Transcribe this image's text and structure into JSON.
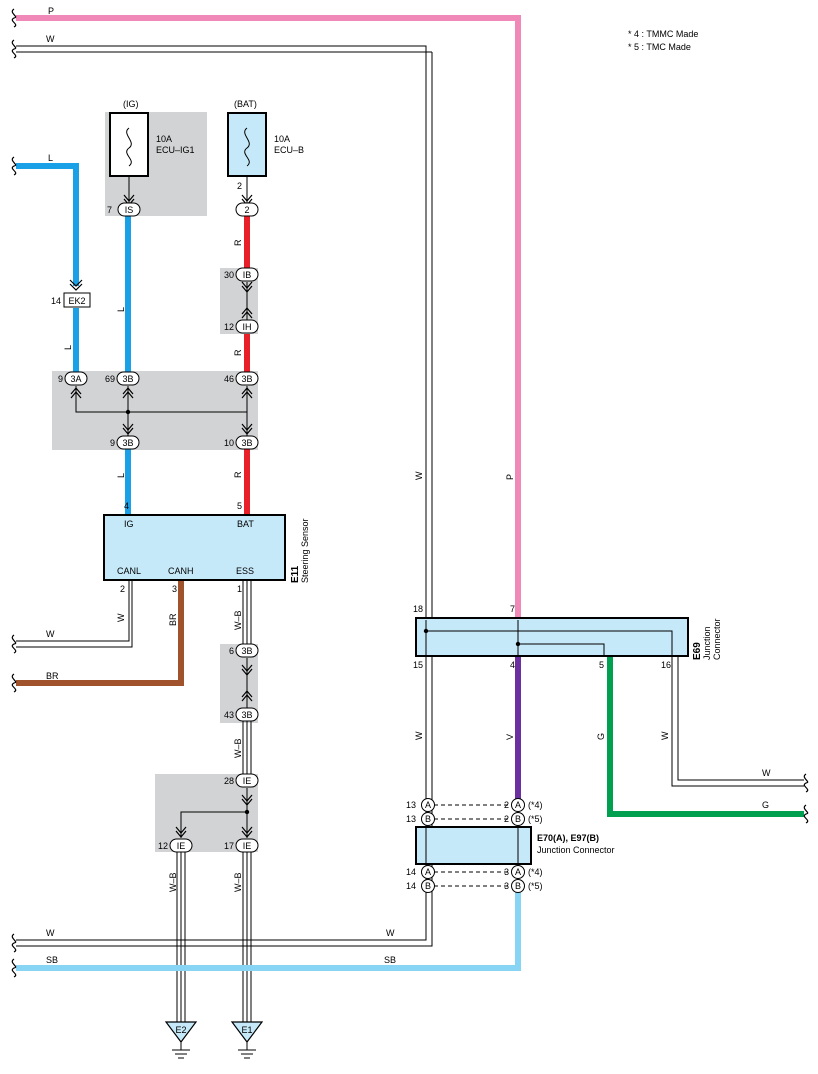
{
  "notes": [
    "* 4 : TMMC Made",
    "* 5 : TMC Made"
  ],
  "fuses": {
    "ig": {
      "source": "(IG)",
      "rating": "10A",
      "name": "ECU–IG1"
    },
    "bat": {
      "source": "(BAT)",
      "rating": "10A",
      "name": "ECU–B"
    }
  },
  "wire_colors": {
    "P": "#f088b8",
    "L": "#1aa0e6",
    "R": "#e8202a",
    "BR": "#a0522d",
    "V": "#6b2fa0",
    "G": "#00a050",
    "SB": "#88d4f4"
  },
  "wire_labels": {
    "p_top": "P",
    "w_top": "W",
    "l_left": "L",
    "l_1": "L",
    "l_2": "L",
    "l_3": "L",
    "r_1": "R",
    "r_2": "R",
    "r_3": "R",
    "w_vert": "W",
    "p_vert": "P",
    "w_canl": "W",
    "w_canl_h": "W",
    "br_vert": "BR",
    "br_h": "BR",
    "wb_1": "W–B",
    "wb_2": "W–B",
    "wb_3": "W–B",
    "wb_4": "W–B",
    "w_15": "W",
    "v_4": "V",
    "g_5": "G",
    "w_16": "W",
    "w_right": "W",
    "g_right": "G",
    "w_bottom_l": "W",
    "w_bottom_r": "W",
    "sb_bottom_l": "SB",
    "sb_bottom_r": "SB"
  },
  "connectors": {
    "is": {
      "pin": "7",
      "name": "IS"
    },
    "bat2": {
      "pin": "2",
      "name": "2"
    },
    "fuse_bat_pin": "2",
    "ib": {
      "pin": "30",
      "name": "IB"
    },
    "ih": {
      "pin": "12",
      "name": "IH"
    },
    "ek2": {
      "pin": "14",
      "name": "EK2"
    },
    "a3": {
      "pin": "9",
      "name": "3A"
    },
    "b3_69": {
      "pin": "69",
      "name": "3B"
    },
    "b3_46": {
      "pin": "46",
      "name": "3B"
    },
    "b3_9": {
      "pin": "9",
      "name": "3B"
    },
    "b3_10": {
      "pin": "10",
      "name": "3B"
    },
    "b3_6": {
      "pin": "6",
      "name": "3B"
    },
    "b3_43": {
      "pin": "43",
      "name": "3B"
    },
    "ie_28": {
      "pin": "28",
      "name": "IE"
    },
    "ie_12": {
      "pin": "12",
      "name": "IE"
    },
    "ie_17": {
      "pin": "17",
      "name": "IE"
    }
  },
  "steering_sensor": {
    "id": "E11",
    "name": "Steering Sensor",
    "terms": {
      "ig": "IG",
      "bat": "BAT",
      "canl": "CANL",
      "canh": "CANH",
      "ess": "ESS"
    },
    "pins": {
      "ig": "4",
      "bat": "5",
      "canl": "2",
      "canh": "3",
      "ess": "1"
    }
  },
  "junction_e69": {
    "id": "E69",
    "name1": "Junction",
    "name2": "Connector",
    "pins": {
      "p18": "18",
      "p7": "7",
      "p15": "15",
      "p4": "4",
      "p5": "5",
      "p16": "16"
    }
  },
  "junction_e70": {
    "title": "E70(A), E97(B)",
    "name": "Junction Connector",
    "rows": [
      {
        "lpin": "13",
        "lname": "A",
        "rpin": "2",
        "rname": "A",
        "note": "(*4)"
      },
      {
        "lpin": "13",
        "lname": "B",
        "rpin": "2",
        "rname": "B",
        "note": "(*5)"
      },
      {
        "lpin": "14",
        "lname": "A",
        "rpin": "3",
        "rname": "A",
        "note": "(*4)"
      },
      {
        "lpin": "14",
        "lname": "B",
        "rpin": "3",
        "rname": "B",
        "note": "(*5)"
      }
    ]
  },
  "grounds": {
    "e2": "E2",
    "e1": "E1"
  }
}
